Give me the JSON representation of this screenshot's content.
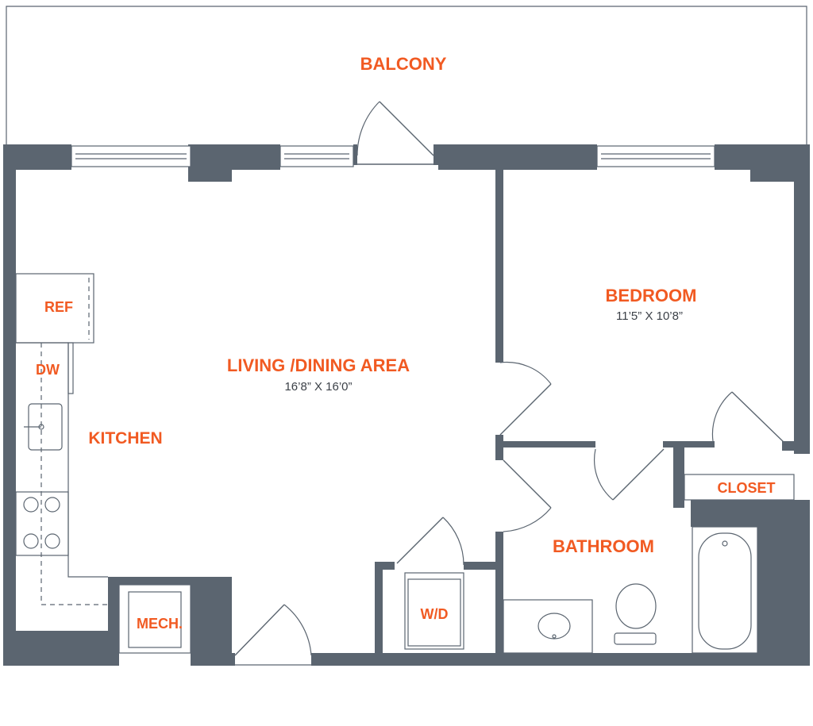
{
  "plan": {
    "rooms": {
      "balcony": "BALCONY",
      "living": "LIVING /DINING AREA",
      "living_dims": "16’8” X 16’0”",
      "bedroom": "BEDROOM",
      "bedroom_dims": "11’5” X 10’8”",
      "kitchen": "KITCHEN",
      "ref": "REF",
      "dw": "DW",
      "mech": "MECH.",
      "wd": "W/D",
      "bathroom": "BATHROOM",
      "closet": "CLOSET"
    },
    "colors": {
      "wall": "#5b6570",
      "label": "#f15a22",
      "dims": "#3c4148"
    }
  }
}
